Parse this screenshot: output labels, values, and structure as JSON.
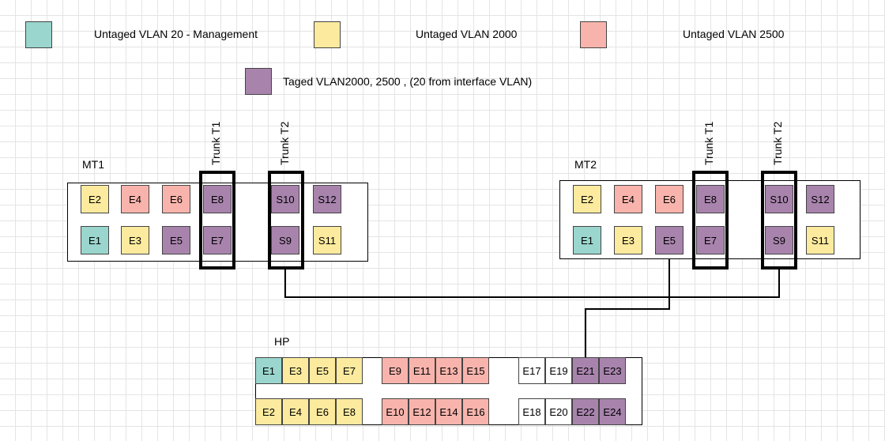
{
  "legend": {
    "management": {
      "label": "Untaged VLAN 20 - Management",
      "color": "#9ad6cd"
    },
    "vlan2000": {
      "label": "Untaged VLAN 2000",
      "color": "#fcea9e"
    },
    "vlan2500": {
      "label": "Untaged VLAN 2500",
      "color": "#f8b4ac"
    },
    "tagged": {
      "label": "Taged VLAN2000, 2500 ,  (20 from interface VLAN)",
      "color": "#a884ad"
    }
  },
  "mt1": {
    "title": "MT1",
    "trunk1": "Trunk T1",
    "trunk2": "Trunk T2",
    "ports": {
      "e2": "E2",
      "e4": "E4",
      "e6": "E6",
      "e8": "E8",
      "s10": "S10",
      "s12": "S12",
      "e1": "E1",
      "e3": "E3",
      "e5": "E5",
      "e7": "E7",
      "s9": "S9",
      "s11": "S11"
    }
  },
  "mt2": {
    "title": "MT2",
    "trunk1": "Trunk T1",
    "trunk2": "Trunk T2",
    "ports": {
      "e2": "E2",
      "e4": "E4",
      "e6": "E6",
      "e8": "E8",
      "s10": "S10",
      "s12": "S12",
      "e1": "E1",
      "e3": "E3",
      "e5": "E5",
      "e7": "E7",
      "s9": "S9",
      "s11": "S11"
    }
  },
  "hp": {
    "title": "HP",
    "ports": {
      "e1": "E1",
      "e3": "E3",
      "e5": "E5",
      "e7": "E7",
      "e9": "E9",
      "e11": "E11",
      "e13": "E13",
      "e15": "E15",
      "e17": "E17",
      "e19": "E19",
      "e21": "E21",
      "e23": "E23",
      "e2": "E2",
      "e4": "E4",
      "e6": "E6",
      "e8": "E8",
      "e10": "E10",
      "e12": "E12",
      "e14": "E14",
      "e16": "E16",
      "e18": "E18",
      "e20": "E20",
      "e22": "E22",
      "e24": "E24"
    }
  }
}
